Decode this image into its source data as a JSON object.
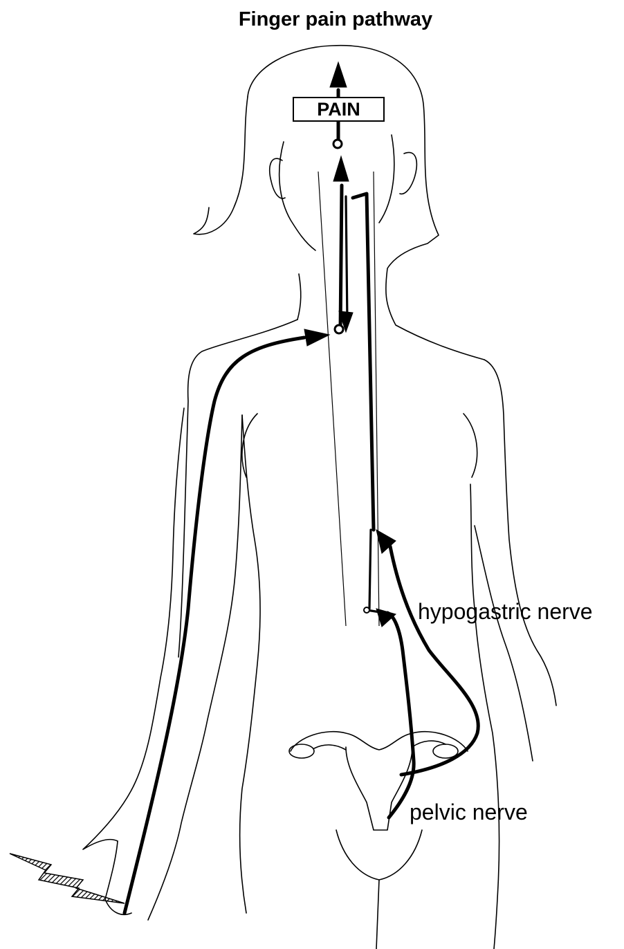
{
  "title": "Finger pain pathway",
  "pain_box_label": "PAIN",
  "labels": {
    "hypogastric": "hypogastric nerve",
    "pelvic": "pelvic nerve"
  },
  "icons": [
    "pain-bolt-icon",
    "uterus-icon",
    "arrowhead-icon"
  ],
  "colors": {
    "line": "#000000",
    "background": "#ffffff"
  }
}
